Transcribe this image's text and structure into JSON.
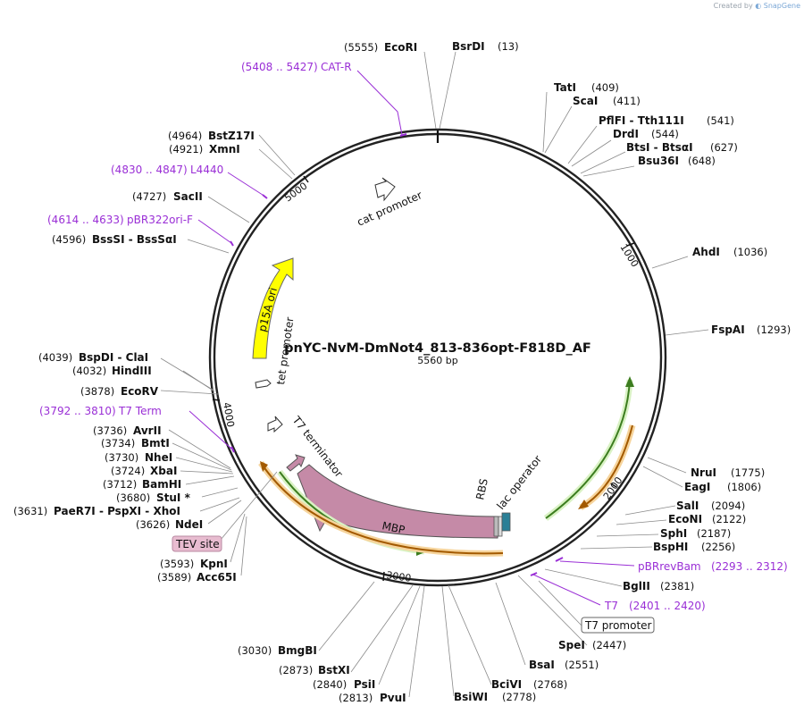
{
  "credit": {
    "prefix": "Created by",
    "brand": "SnapGene"
  },
  "plasmid": {
    "name": "pnYC-NvM-DmNot4_813-836opt-F818D_AF",
    "length_label": "5560 bp"
  },
  "ring_ticks": [
    "1000",
    "2000",
    "3000",
    "4000",
    "5000"
  ],
  "enzymes": [
    {
      "name": "EcoRI",
      "pos": "(5555)"
    },
    {
      "name": "BsrDI",
      "pos": "(13)"
    },
    {
      "name": "TatI",
      "pos": "(409)"
    },
    {
      "name": "ScaI",
      "pos": "(411)"
    },
    {
      "name": "PflFI  - Tth111I",
      "pos": "(541)"
    },
    {
      "name": "DrdI",
      "pos": "(544)"
    },
    {
      "name": "BtsI  - BtsαI",
      "pos": "(627)"
    },
    {
      "name": "Bsu36I",
      "pos": "(648)"
    },
    {
      "name": "AhdI",
      "pos": "(1036)"
    },
    {
      "name": "FspAI",
      "pos": "(1293)"
    },
    {
      "name": "NruI",
      "pos": "(1775)"
    },
    {
      "name": "EagI",
      "pos": "(1806)"
    },
    {
      "name": "SalI",
      "pos": "(2094)"
    },
    {
      "name": "EcoNI",
      "pos": "(2122)"
    },
    {
      "name": "SphI",
      "pos": "(2187)"
    },
    {
      "name": "BspHI",
      "pos": "(2256)"
    },
    {
      "name": "BglII",
      "pos": "(2381)"
    },
    {
      "name": "SpeI",
      "pos": "(2447)"
    },
    {
      "name": "BsaI",
      "pos": "(2551)"
    },
    {
      "name": "BciVI",
      "pos": "(2768)"
    },
    {
      "name": "BsiWI",
      "pos": "(2778)"
    },
    {
      "name": "PvuI",
      "pos": "(2813)"
    },
    {
      "name": "PsiI",
      "pos": "(2840)"
    },
    {
      "name": "BstXI",
      "pos": "(2873)"
    },
    {
      "name": "BmgBI",
      "pos": "(3030)"
    },
    {
      "name": "Acc65I",
      "pos": "(3589)"
    },
    {
      "name": "KpnI",
      "pos": "(3593)"
    },
    {
      "name": "NdeI",
      "pos": "(3626)"
    },
    {
      "name": "PaeR7I  - PspXI  - XhoI",
      "pos": "(3631)"
    },
    {
      "name": "StuI *",
      "pos": "(3680)"
    },
    {
      "name": "BamHI",
      "pos": "(3712)"
    },
    {
      "name": "XbaI",
      "pos": "(3724)"
    },
    {
      "name": "NheI",
      "pos": "(3730)"
    },
    {
      "name": "BmtI",
      "pos": "(3734)"
    },
    {
      "name": "AvrII",
      "pos": "(3736)"
    },
    {
      "name": "EcoRV",
      "pos": "(3878)"
    },
    {
      "name": "HindIII",
      "pos": "(4032)"
    },
    {
      "name": "BspDI  - ClaI",
      "pos": "(4039)"
    },
    {
      "name": "BssSI  - BssSαI",
      "pos": "(4596)"
    },
    {
      "name": "SacII",
      "pos": "(4727)"
    },
    {
      "name": "XmnI",
      "pos": "(4921)"
    },
    {
      "name": "BstZ17I",
      "pos": "(4964)"
    }
  ],
  "primers": [
    {
      "name": "CAT-R",
      "range": "(5408 .. 5427)"
    },
    {
      "name": "L4440",
      "range": "(4830 .. 4847)"
    },
    {
      "name": "pBR322ori-F",
      "range": "(4614 .. 4633)"
    },
    {
      "name": "T7 Term",
      "range": "(3792 .. 3810)"
    },
    {
      "name": "pBRrevBam",
      "range": "(2293 .. 2312)"
    },
    {
      "name": "T7",
      "range": "(2401 .. 2420)"
    }
  ],
  "features": {
    "cat_promoter": "cat promoter",
    "p15a_ori": "p15A ori",
    "tet_promoter": "tet promoter",
    "t7_terminator": "T7 terminator",
    "mbp": "MBP",
    "rbs": "RBS",
    "lac_operator": "lac operator",
    "tev_site": "TEV site",
    "t7_promoter": "T7 promoter"
  },
  "colors": {
    "backbone": "#222222",
    "primer": "#9a2fd6",
    "p15a_ori": "#ffff00",
    "mbp": "#c58aa7",
    "green_orf": "#7fd13b",
    "orange_orf": "#f0a23a",
    "lac_operator": "#2a7f96",
    "tev_site": "#e8bcd0"
  }
}
